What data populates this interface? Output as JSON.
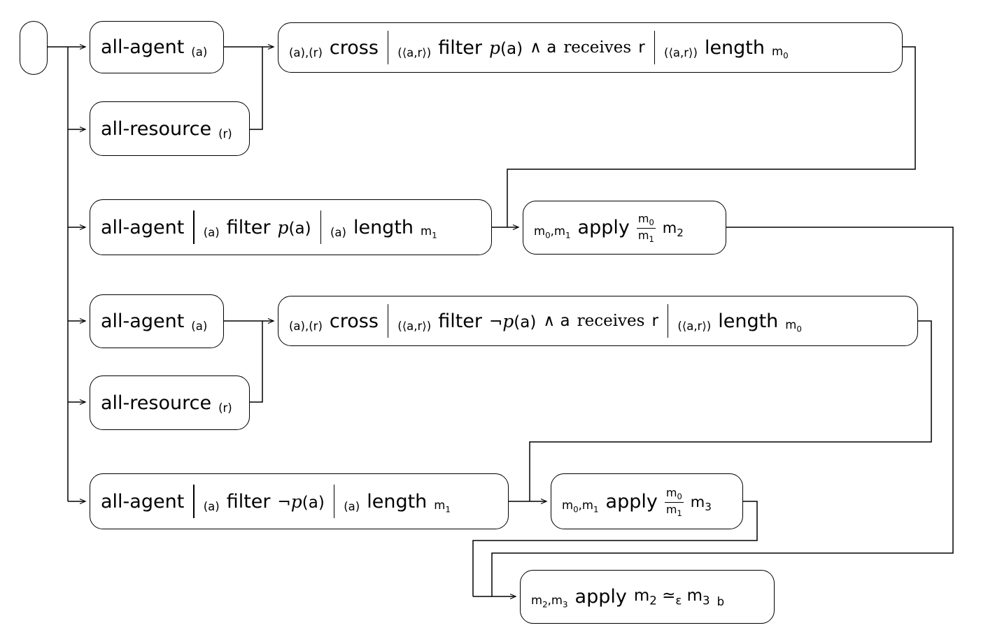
{
  "diagram": {
    "colors": {
      "line": "#000000",
      "background": "#ffffff",
      "node_fill": "#ffffff"
    },
    "nodes": [
      {
        "name": "start",
        "tokens": []
      },
      {
        "name": "all-agent-1",
        "tokens": [
          {
            "k": "op",
            "t": "all-agent"
          },
          {
            "k": "port",
            "t": "(a)"
          }
        ]
      },
      {
        "name": "all-resource-1",
        "tokens": [
          {
            "k": "op",
            "t": "all-resource"
          },
          {
            "k": "port",
            "t": "(r)"
          }
        ]
      },
      {
        "name": "cross-filter-length-1",
        "tokens": [
          {
            "k": "port",
            "t": "(a),(r)"
          },
          {
            "k": "op",
            "t": "cross"
          },
          {
            "k": "bar"
          },
          {
            "k": "port",
            "t": "(⟨a,r⟩)"
          },
          {
            "k": "op",
            "t": "filter"
          },
          {
            "parts": [
              {
                "k": "it",
                "t": "p"
              },
              {
                "k": "p",
                "t": "(a)"
              }
            ]
          },
          {
            "k": "p",
            "t": "∧ a"
          },
          {
            "k": "rm",
            "t": "receives"
          },
          {
            "k": "p",
            "t": "r"
          },
          {
            "k": "bar"
          },
          {
            "k": "port",
            "t": "(⟨a,r⟩)"
          },
          {
            "k": "op",
            "t": "length"
          },
          {
            "k": "port",
            "t": "m_0"
          }
        ]
      },
      {
        "name": "all-agent-filter-length-1",
        "tokens": [
          {
            "k": "op",
            "t": "all-agent"
          },
          {
            "k": "bar"
          },
          {
            "k": "port",
            "t": "(a)"
          },
          {
            "k": "op",
            "t": "filter"
          },
          {
            "parts": [
              {
                "k": "it",
                "t": "p"
              },
              {
                "k": "p",
                "t": "(a)"
              }
            ]
          },
          {
            "k": "bar"
          },
          {
            "k": "port",
            "t": "(a)"
          },
          {
            "k": "op",
            "t": "length"
          },
          {
            "k": "port",
            "t": "m_1"
          }
        ]
      },
      {
        "name": "apply-ratio-m2",
        "tokens": [
          {
            "k": "port",
            "t": "m_0,m_1"
          },
          {
            "k": "op",
            "t": "apply"
          },
          {
            "k": "frac",
            "num": "m_0",
            "den": "m_1"
          },
          {
            "k": "prm",
            "t": "m_2"
          }
        ]
      },
      {
        "name": "all-agent-2",
        "tokens": [
          {
            "k": "op",
            "t": "all-agent"
          },
          {
            "k": "port",
            "t": "(a)"
          }
        ]
      },
      {
        "name": "all-resource-2",
        "tokens": [
          {
            "k": "op",
            "t": "all-resource"
          },
          {
            "k": "port",
            "t": "(r)"
          }
        ]
      },
      {
        "name": "cross-filter-length-2",
        "tokens": [
          {
            "k": "port",
            "t": "(a),(r)"
          },
          {
            "k": "op",
            "t": "cross"
          },
          {
            "k": "bar"
          },
          {
            "k": "port",
            "t": "(⟨a,r⟩)"
          },
          {
            "k": "op",
            "t": "filter"
          },
          {
            "parts": [
              {
                "k": "p",
                "t": "¬"
              },
              {
                "k": "it",
                "t": "p"
              },
              {
                "k": "p",
                "t": "(a)"
              }
            ]
          },
          {
            "k": "p",
            "t": "∧ a"
          },
          {
            "k": "rm",
            "t": "receives"
          },
          {
            "k": "p",
            "t": "r"
          },
          {
            "k": "bar"
          },
          {
            "k": "port",
            "t": "(⟨a,r⟩)"
          },
          {
            "k": "op",
            "t": "length"
          },
          {
            "k": "port",
            "t": "m_0"
          }
        ]
      },
      {
        "name": "all-agent-filter-length-2",
        "tokens": [
          {
            "k": "op",
            "t": "all-agent"
          },
          {
            "k": "bar"
          },
          {
            "k": "port",
            "t": "(a)"
          },
          {
            "k": "op",
            "t": "filter"
          },
          {
            "parts": [
              {
                "k": "p",
                "t": "¬"
              },
              {
                "k": "it",
                "t": "p"
              },
              {
                "k": "p",
                "t": "(a)"
              }
            ]
          },
          {
            "k": "bar"
          },
          {
            "k": "port",
            "t": "(a)"
          },
          {
            "k": "op",
            "t": "length"
          },
          {
            "k": "port",
            "t": "m_1"
          }
        ]
      },
      {
        "name": "apply-ratio-m3",
        "tokens": [
          {
            "k": "port",
            "t": "m_0,m_1"
          },
          {
            "k": "op",
            "t": "apply"
          },
          {
            "k": "frac",
            "num": "m_0",
            "den": "m_1"
          },
          {
            "k": "prm",
            "t": "m_3"
          }
        ]
      },
      {
        "name": "apply-compare",
        "tokens": [
          {
            "k": "port",
            "t": "m_2,m_3"
          },
          {
            "k": "op",
            "t": "apply"
          },
          {
            "k": "p",
            "t": "m_2 ≃_ε m_3"
          },
          {
            "k": "port",
            "t": "b"
          }
        ]
      }
    ]
  }
}
